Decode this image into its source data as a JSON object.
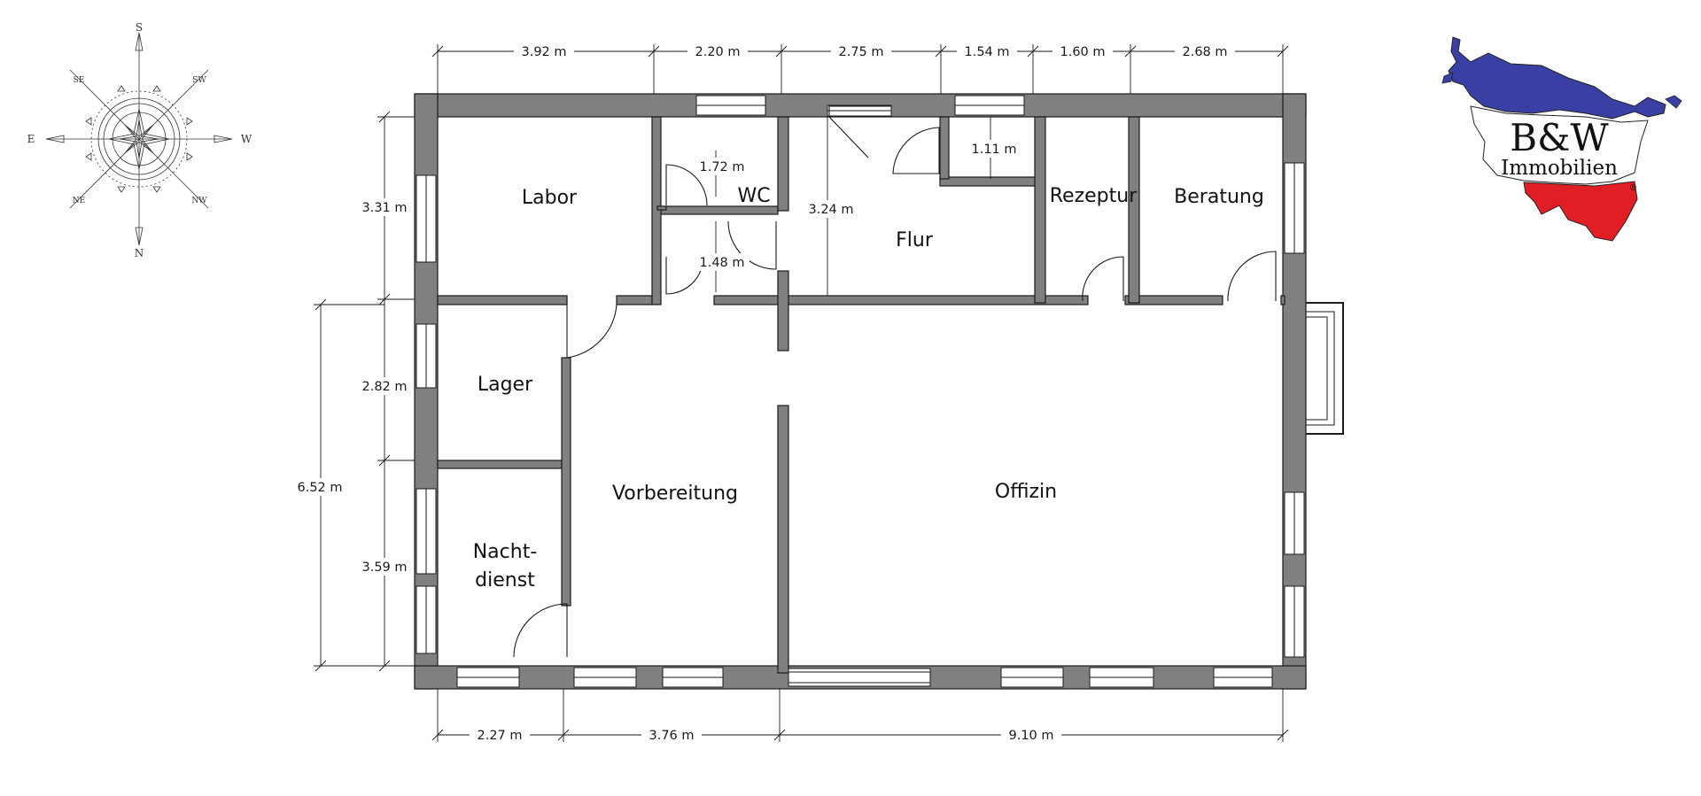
{
  "rooms": {
    "labor": "Labor",
    "wc": "WC",
    "flur": "Flur",
    "rezeptur": "Rezeptur",
    "beratung": "Beratung",
    "lager": "Lager",
    "vorbereitung": "Vorbereitung",
    "offizin": "Offizin",
    "nachtdienst_1": "Nacht-",
    "nachtdienst_2": "dienst"
  },
  "dimensions": {
    "top": [
      "3.92 m",
      "2.20 m",
      "2.75 m",
      "1.54 m",
      "1.60 m",
      "2.68 m"
    ],
    "bottom": [
      "2.27 m",
      "3.76 m",
      "9.10 m"
    ],
    "left": [
      "3.31 m",
      "2.82 m",
      "3.59 m"
    ],
    "left_total": "6.52 m",
    "inner": [
      "1.72 m",
      "1.48 m",
      "3.24 m",
      "1.11 m"
    ]
  },
  "compass": {
    "top": "S",
    "bottom": "N",
    "left": "E",
    "right": "W",
    "upper_left": "SE",
    "upper_right": "SW",
    "lower_left": "NE",
    "lower_right": "NW"
  },
  "logo": {
    "brand": "B&W",
    "subtitle": "Immobilien",
    "mark": "®",
    "colors": {
      "blue": "#3a3fa3",
      "red": "#e01e24"
    }
  }
}
